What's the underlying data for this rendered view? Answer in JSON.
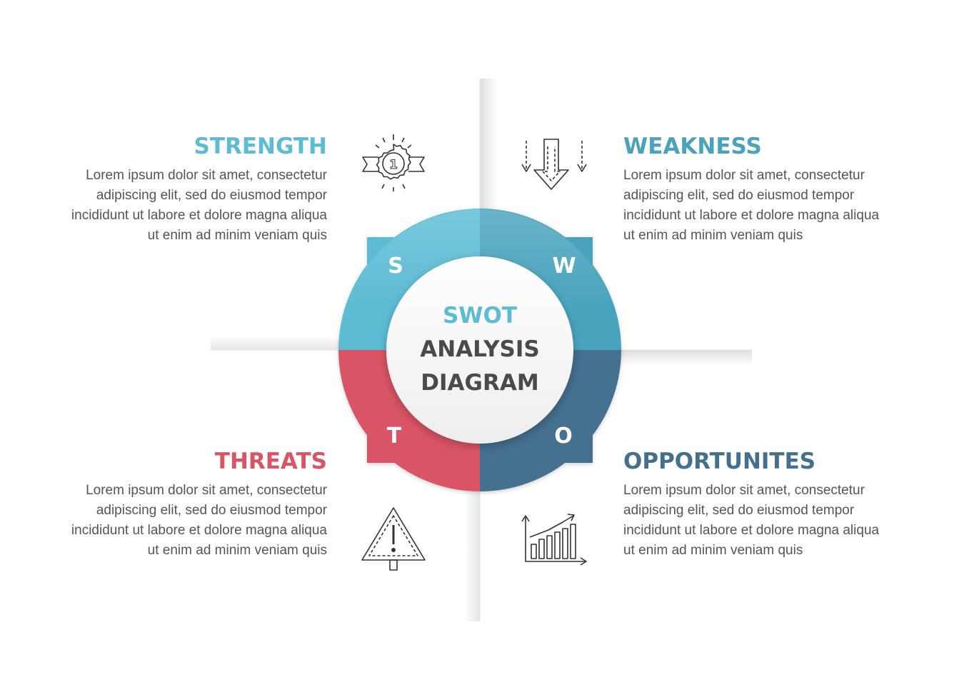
{
  "center": {
    "line1": "SWOT",
    "line2": "ANALYSIS",
    "line3": "DIAGRAM"
  },
  "colors": {
    "strength": "#5bbcd4",
    "weakness": "#4aa3bd",
    "threats": "#d95565",
    "opportunities": "#44708f",
    "text": "#555555",
    "center_title": "#4a4a4a"
  },
  "quadrants": [
    {
      "key": "strength",
      "letter": "S",
      "title": "STRENGTH",
      "text": "Lorem ipsum dolor sit amet, consectetur adipiscing elit, sed do eiusmod tempor incididunt ut labore et dolore magna aliqua ut enim ad minim veniam quis",
      "icon": "medal-icon"
    },
    {
      "key": "weakness",
      "letter": "W",
      "title": "WEAKNESS",
      "text": "Lorem ipsum dolor sit amet, consectetur adipiscing elit, sed do eiusmod tempor incididunt ut labore et dolore magna aliqua ut enim ad minim veniam quis",
      "icon": "down-arrows-icon"
    },
    {
      "key": "threats",
      "letter": "T",
      "title": "THREATS",
      "text": "Lorem ipsum dolor sit amet, consectetur adipiscing elit, sed do eiusmod tempor incididunt ut labore et dolore magna aliqua ut enim ad minim veniam quis",
      "icon": "warning-sign-icon"
    },
    {
      "key": "opportunities",
      "letter": "O",
      "title": "OPPORTUNITES",
      "text": "Lorem ipsum dolor sit amet, consectetur adipiscing elit, sed do eiusmod tempor incididunt ut labore et dolore magna aliqua ut enim ad minim veniam quis",
      "icon": "growth-chart-icon"
    }
  ]
}
